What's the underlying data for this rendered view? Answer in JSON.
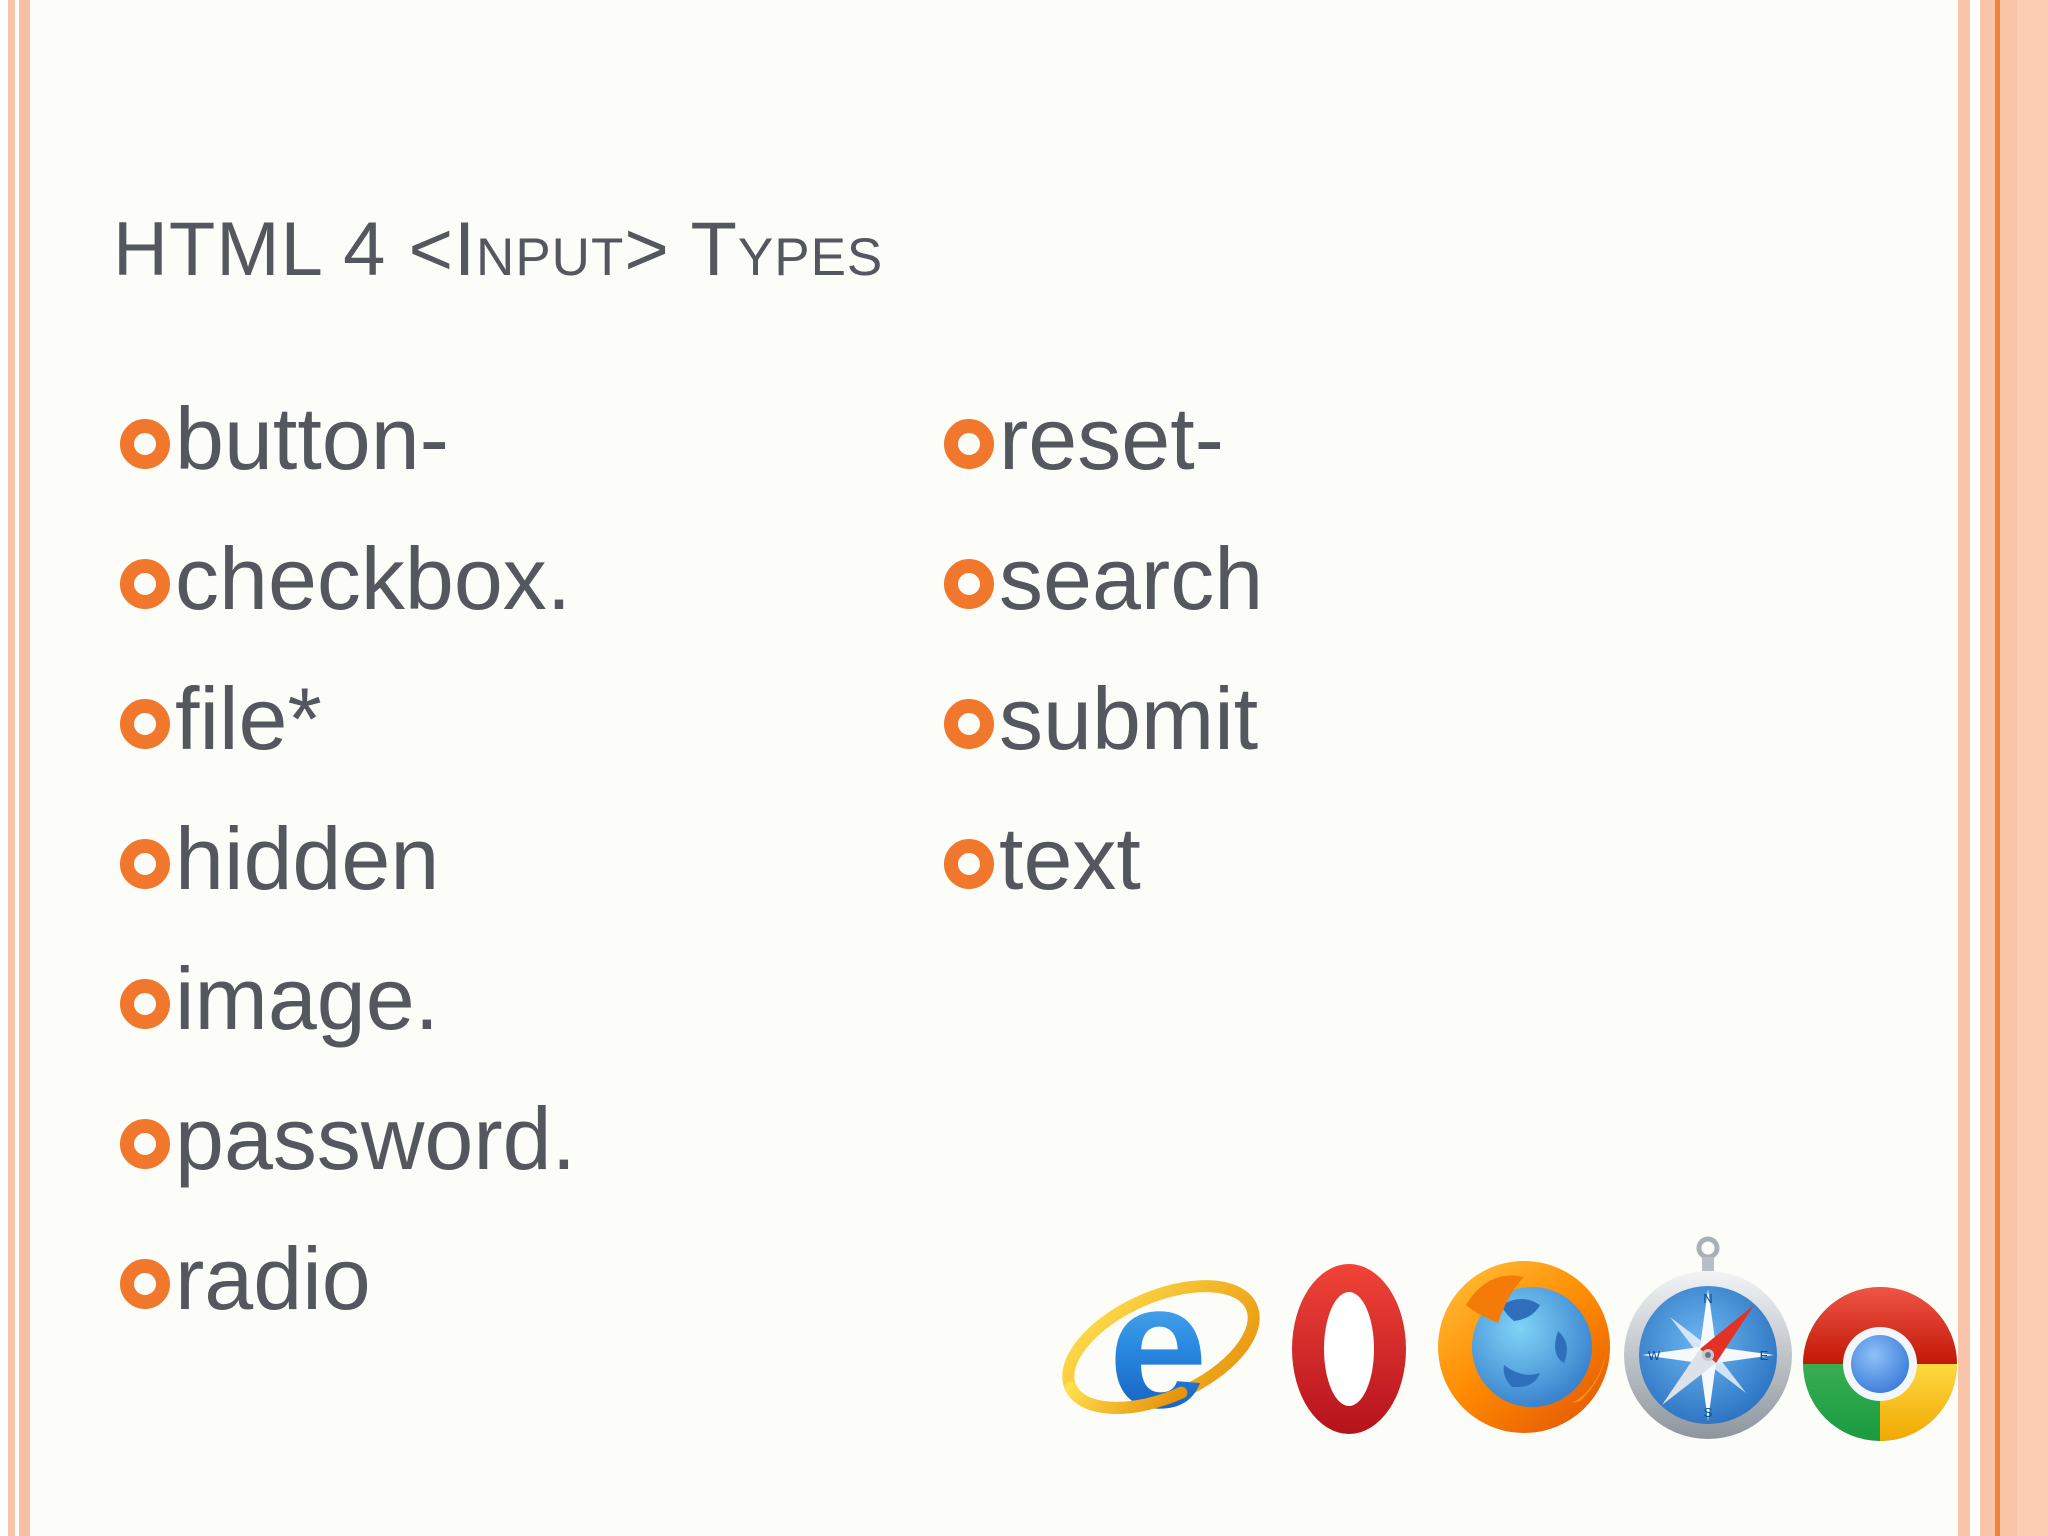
{
  "slide": {
    "title": "HTML 4 <Input> Types"
  },
  "bullets": {
    "left": [
      "button-",
      "checkbox.",
      "file*",
      "hidden",
      "image.",
      "password.",
      "radio"
    ],
    "right": [
      "reset-",
      "search",
      "submit",
      "text"
    ]
  },
  "logos": {
    "items": [
      "internet-explorer-icon",
      "opera-icon",
      "firefox-icon",
      "safari-icon",
      "chrome-icon"
    ]
  },
  "colors": {
    "background": "#fcfdf9",
    "text": "#54575e",
    "bullet_orange": "#f0772c",
    "border_peach": "#f9c5aa",
    "border_accent_orange": "#ee8440"
  }
}
